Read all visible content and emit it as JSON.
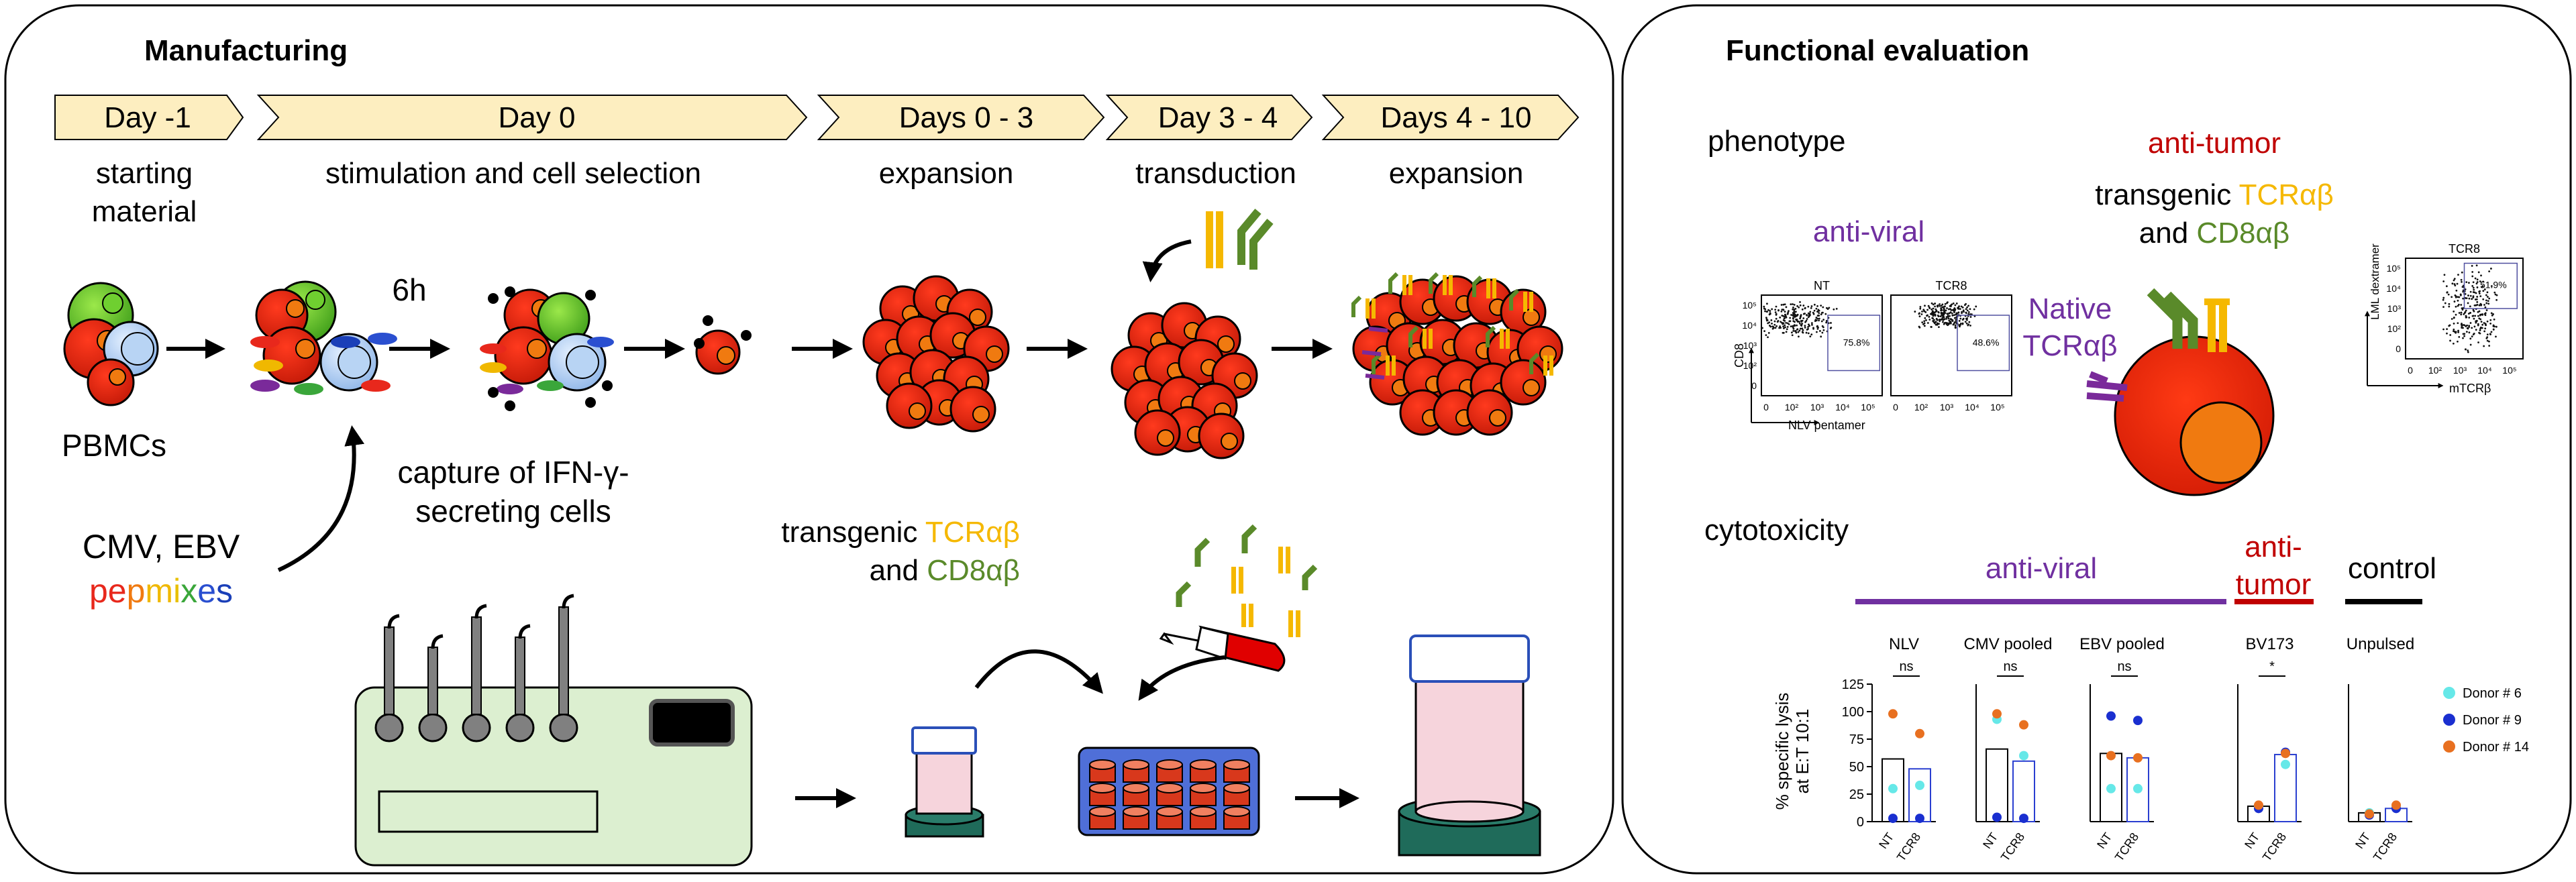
{
  "manufacturing": {
    "title": "Manufacturing",
    "days": [
      "Day -1",
      "Day 0",
      "Days 0 - 3",
      "Day 3 - 4",
      "Days 4 - 10"
    ],
    "step_labels": {
      "starting_1": "starting",
      "starting_2": "material",
      "stimulation": "stimulation and cell selection",
      "expansion_a": "expansion",
      "transduction": "transduction",
      "expansion_b": "expansion"
    },
    "pbmcs": "PBMCs",
    "time_6h": "6h",
    "capture_1": "capture of IFN-γ-",
    "capture_2": "secreting cells",
    "stim_1": "CMV, EBV",
    "pepmixes": [
      {
        "t": "pe",
        "c": "#e8281c"
      },
      {
        "t": "p",
        "c": "#f07a10"
      },
      {
        "t": "m",
        "c": "#f0b800"
      },
      {
        "t": "i",
        "c": "#e8c000"
      },
      {
        "t": "x",
        "c": "#3aa63a"
      },
      {
        "t": "e",
        "c": "#2a4fd0"
      },
      {
        "t": "s",
        "c": "#1a3fb8"
      }
    ],
    "transgenic": {
      "w1": "transgenic ",
      "tcr": "TCRαβ",
      "w2": "and ",
      "cd8": "CD8αβ"
    }
  },
  "functional": {
    "title": "Functional evaluation",
    "phenotype": "phenotype",
    "anti_viral": "anti-viral",
    "anti_tumor": "anti-tumor",
    "transgenic_w": "transgenic ",
    "tcr": "TCRαβ",
    "and_w": "and ",
    "cd8": "CD8αβ",
    "native_1": "Native",
    "native_2": "TCRαβ",
    "flow_left": {
      "panels": [
        {
          "name": "NT",
          "pct": "75.8%"
        },
        {
          "name": "TCR8",
          "pct": "48.6%"
        }
      ],
      "ylabel": "CD8",
      "xlabel": "NLV pentamer",
      "yticks": [
        "10⁵",
        "10⁴",
        "10³",
        "10²",
        "0"
      ],
      "xticks": [
        "0",
        "10²",
        "10³",
        "10⁴",
        "10⁵"
      ]
    },
    "flow_right": {
      "panel": {
        "name": "TCR8",
        "pct": "51.9%"
      },
      "ylabel": "LML dextramer",
      "xlabel": "mTCRβ",
      "yticks": [
        "10⁵",
        "10⁴",
        "10³",
        "10²",
        "0"
      ],
      "xticks": [
        "0",
        "10²",
        "10³",
        "10⁴",
        "10⁵"
      ]
    },
    "cytotoxicity": "cytotoxicity",
    "group_labels": {
      "anti_viral": "anti-viral",
      "anti_tumor_1": "anti-",
      "anti_tumor_2": "tumor",
      "control": "control"
    },
    "colors": {
      "anti_viral": "#7030a0",
      "anti_tumor": "#c00000",
      "control": "#000000",
      "tcr_yellow": "#f5b800",
      "cd8_green": "#5a8a2a"
    }
  },
  "chart_data": {
    "type": "bar",
    "ylabel": "% specific lysis at E:T 10:1",
    "ylim": [
      0,
      125
    ],
    "yticks": [
      0,
      25,
      50,
      75,
      100,
      125
    ],
    "categories": [
      "NT",
      "TCR8"
    ],
    "legend": [
      {
        "name": "Donor # 6",
        "color": "#66e8e8"
      },
      {
        "name": "Donor # 9",
        "color": "#1a2fd0"
      },
      {
        "name": "Donor # 14",
        "color": "#e87020"
      }
    ],
    "panels": [
      {
        "name": "NLV",
        "sig": "ns",
        "bars": [
          57,
          48
        ],
        "points": [
          [
            30,
            3,
            98
          ],
          [
            33,
            3,
            80
          ]
        ]
      },
      {
        "name": "CMV pooled",
        "sig": "ns",
        "bars": [
          66,
          55
        ],
        "points": [
          [
            93,
            4,
            98
          ],
          [
            60,
            3,
            88
          ]
        ]
      },
      {
        "name": "EBV pooled",
        "sig": "ns",
        "bars": [
          62,
          58
        ],
        "points": [
          [
            30,
            96,
            60
          ],
          [
            30,
            92,
            58
          ]
        ]
      },
      {
        "name": "BV173",
        "sig": "*",
        "bars": [
          14,
          61
        ],
        "points": [
          [
            14,
            12,
            15
          ],
          [
            52,
            63,
            62
          ]
        ]
      },
      {
        "name": "Unpulsed",
        "sig": "",
        "bars": [
          8,
          12
        ],
        "points": [
          [
            8,
            6,
            7
          ],
          [
            14,
            12,
            15
          ]
        ]
      }
    ]
  }
}
